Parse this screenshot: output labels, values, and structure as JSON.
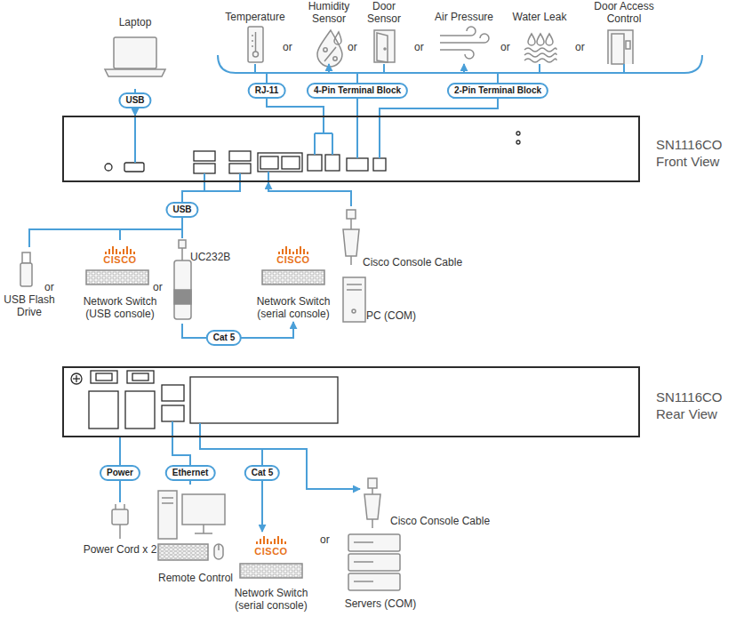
{
  "diagram": {
    "nodes": [
      {
        "text": [
          "Laptop"
        ]
      },
      {
        "text": [
          "Temperature"
        ]
      },
      {
        "text": [
          "Humidity Sensor"
        ]
      },
      {
        "text": [
          "Door Sensor"
        ]
      },
      {
        "text": [
          "Air Pressure"
        ]
      },
      {
        "text": [
          "Water Leak"
        ]
      },
      {
        "text": [
          "Door Access Control"
        ]
      },
      {
        "text": [
          "SN1116CO Front View"
        ]
      },
      {
        "text": [
          "USB Flash Drive"
        ]
      },
      {
        "text": [
          "CISCO",
          "Network Switch (USB console)"
        ]
      },
      {
        "text": [
          "UC232B"
        ]
      },
      {
        "text": [
          "CISCO",
          "Network Switch (serial console)"
        ]
      },
      {
        "text": [
          "Cisco Console Cable"
        ]
      },
      {
        "text": [
          "PC (COM)"
        ]
      },
      {
        "text": [
          "SN1116CO Rear View"
        ]
      },
      {
        "text": [
          "Power Cord x 2"
        ]
      },
      {
        "text": [
          "Remote Control"
        ]
      },
      {
        "text": [
          "CISCO",
          "Network Switch (serial console)"
        ]
      },
      {
        "text": [
          "Cisco Console Cable"
        ]
      },
      {
        "text": [
          "Servers (COM)"
        ]
      }
    ],
    "edges": [
      {
        "from": 0,
        "to": 7,
        "arrow": "to",
        "label": "USB"
      },
      {
        "from": 7,
        "to": 1,
        "arrow": "none",
        "label": "RJ-11"
      },
      {
        "from": 7,
        "to": 2,
        "arrow": "to",
        "label": "4-Pin Terminal Block"
      },
      {
        "from": 7,
        "to": 3,
        "arrow": "none"
      },
      {
        "from": 7,
        "to": 4,
        "arrow": "to",
        "label": "2-Pin Terminal Block"
      },
      {
        "from": 7,
        "to": 5,
        "arrow": "none"
      },
      {
        "from": 7,
        "to": 6,
        "arrow": "none"
      },
      {
        "from": 7,
        "to": 8,
        "arrow": "none",
        "label": "USB"
      },
      {
        "from": 7,
        "to": 9,
        "arrow": "none"
      },
      {
        "from": 7,
        "to": 10,
        "arrow": "none"
      },
      {
        "from": 10,
        "to": 11,
        "arrow": "to",
        "label": "Cat 5"
      },
      {
        "from": 12,
        "to": 7,
        "arrow": "to"
      },
      {
        "from": 14,
        "to": 15,
        "arrow": "none",
        "label": "Power"
      },
      {
        "from": 14,
        "to": 16,
        "arrow": "none",
        "label": "Ethernet"
      },
      {
        "from": 14,
        "to": 17,
        "arrow": "to",
        "label": "Cat 5"
      },
      {
        "from": 14,
        "to": 18,
        "arrow": "to"
      }
    ],
    "labels": [
      "or",
      "or",
      "or",
      "or",
      "or",
      "or",
      "or",
      "or"
    ]
  }
}
